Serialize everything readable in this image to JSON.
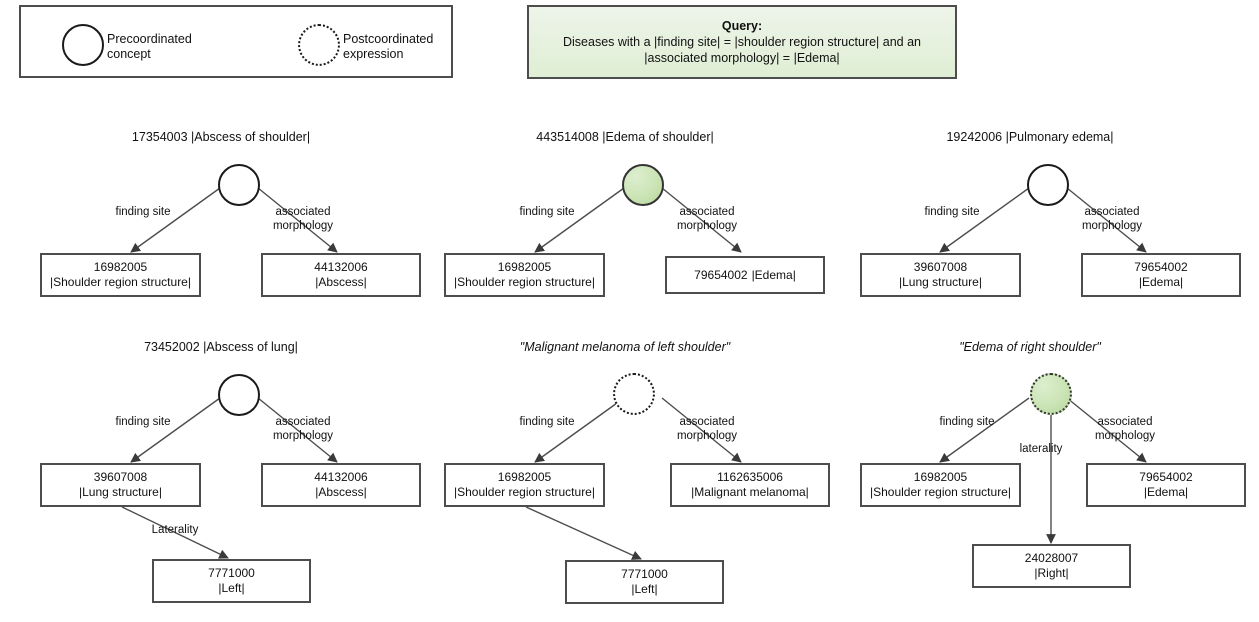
{
  "legend": {
    "items": [
      {
        "icon": "circle-solid-icon",
        "label": "Precoordinated concept"
      },
      {
        "icon": "circle-dotted-icon",
        "label": "Postcoordinated expression"
      }
    ]
  },
  "query": {
    "title": "Query:",
    "text": "Diseases with a |finding site| = |shoulder region structure| and an |associated morphology| = |Edema|",
    "background_color": "#e2eed7",
    "border_color": "#4d4d4d"
  },
  "colors": {
    "match_fill": "#cbe4b5",
    "node_border": "#1a1a1a",
    "box_border": "#4d4d4d",
    "edge": "#4d4d4d"
  },
  "edge_labels": {
    "finding_site": "finding site",
    "associated_morphology_line1": "associated",
    "associated_morphology_line2": "morphology",
    "laterality_upper": "Laterality",
    "laterality_lower": "laterality"
  },
  "graphs": [
    {
      "id": "abscess-of-shoulder",
      "title": "17354003 |Abscess of shoulder|",
      "title_style": "plain",
      "root": {
        "type": "precoordinated",
        "matches_query": false
      },
      "targets": [
        {
          "role": "finding site",
          "code": "16982005",
          "term": "|Shoulder region structure|"
        },
        {
          "role": "associated morphology",
          "code": "44132006",
          "term": "|Abscess|"
        }
      ]
    },
    {
      "id": "edema-of-shoulder",
      "title": "443514008 |Edema of shoulder|",
      "title_style": "plain",
      "root": {
        "type": "precoordinated",
        "matches_query": true
      },
      "targets": [
        {
          "role": "finding site",
          "code": "16982005",
          "term": "|Shoulder region structure|"
        },
        {
          "role": "associated morphology",
          "code": "79654002",
          "term": "|Edema|",
          "single_line": true
        }
      ]
    },
    {
      "id": "pulmonary-edema",
      "title": "19242006 |Pulmonary edema|",
      "title_style": "plain",
      "root": {
        "type": "precoordinated",
        "matches_query": false
      },
      "targets": [
        {
          "role": "finding site",
          "code": "39607008",
          "term": "|Lung structure|"
        },
        {
          "role": "associated morphology",
          "code": "79654002",
          "term": "|Edema|"
        }
      ]
    },
    {
      "id": "abscess-of-lung",
      "title": "73452002 |Abscess of lung|",
      "title_style": "plain",
      "root": {
        "type": "precoordinated",
        "matches_query": false
      },
      "targets": [
        {
          "role": "finding site",
          "code": "39607008",
          "term": "|Lung structure|"
        },
        {
          "role": "associated morphology",
          "code": "44132006",
          "term": "|Abscess|"
        },
        {
          "role": "Laterality",
          "code": "7771000",
          "term": "|Left|",
          "from": "finding-site-box"
        }
      ]
    },
    {
      "id": "malignant-melanoma-of-left-shoulder",
      "title": "\"Malignant melanoma of left shoulder\"",
      "title_style": "italic-quoted",
      "root": {
        "type": "postcoordinated",
        "matches_query": false
      },
      "targets": [
        {
          "role": "finding site",
          "code": "16982005",
          "term": "|Shoulder region structure|"
        },
        {
          "role": "associated morphology",
          "code": "1162635006",
          "term": "|Malignant melanoma|"
        },
        {
          "role": "",
          "code": "7771000",
          "term": "|Left|",
          "from": "finding-site-box"
        }
      ]
    },
    {
      "id": "edema-of-right-shoulder",
      "title": "\"Edema of right shoulder\"",
      "title_style": "italic-quoted",
      "root": {
        "type": "postcoordinated",
        "matches_query": true
      },
      "targets": [
        {
          "role": "finding site",
          "code": "16982005",
          "term": "|Shoulder region structure|"
        },
        {
          "role": "laterality",
          "code": "24028007",
          "term": "|Right|",
          "from": "root"
        },
        {
          "role": "associated morphology",
          "code": "79654002",
          "term": "|Edema|"
        }
      ]
    }
  ]
}
